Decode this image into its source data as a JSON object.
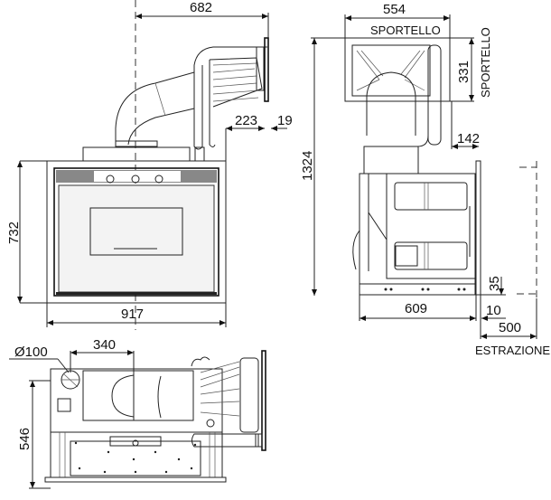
{
  "drawing": {
    "type": "technical-drawing",
    "subject": "fireplace insert with ducting (front, side, top views)",
    "units": "mm"
  },
  "views": {
    "top_left": {
      "name": "front view with duct outlet",
      "dimensions": {
        "duct_horizontal": "682",
        "outlet_offset": "223",
        "outlet_plate": "19",
        "height": "732",
        "width": "917"
      }
    },
    "top_right": {
      "name": "side view",
      "dimensions": {
        "sportello_width": "554",
        "sportello_width_label": "SPORTELLO",
        "sportello_height": "331",
        "sportello_height_label": "SPORTELLO",
        "total_height": "1324",
        "offset_142": "142",
        "depth": "609",
        "frame_thickness": "10",
        "base_offset": "35",
        "extraction": "500",
        "extraction_label": "ESTRAZIONE"
      }
    },
    "bottom_left": {
      "name": "top/plan view",
      "dimensions": {
        "diameter": "Ø100",
        "pipe_spacing": "340",
        "depth": "546"
      }
    }
  },
  "colors": {
    "line": "#222222",
    "background": "#ffffff",
    "glass": "#f3f3f3"
  }
}
